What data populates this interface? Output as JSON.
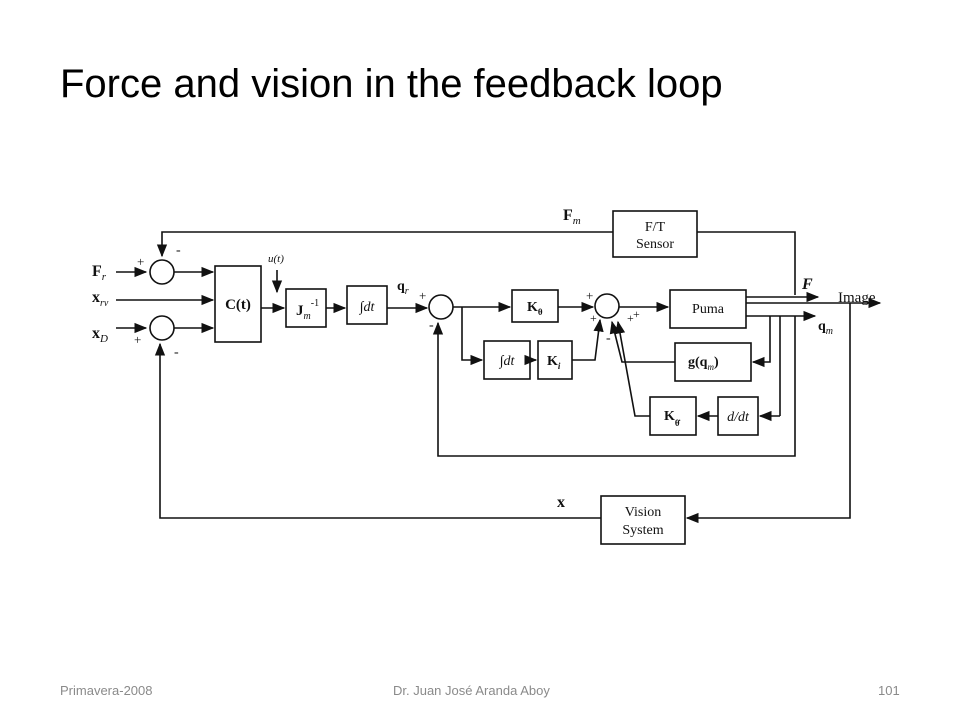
{
  "slide": {
    "title": "Force and vision in the feedback loop"
  },
  "diagram": {
    "signals": {
      "force_measured": "F",
      "force_measured_sub": "m",
      "force_ref": "F",
      "force_ref_sub": "r",
      "x_ref": "x",
      "x_ref_sub": "rv",
      "x_desired": "x",
      "x_desired_sub": "D",
      "u_t": "u(t)",
      "q_ref": "q",
      "q_ref_sub": "r",
      "force_out": "F",
      "image_out": "Image",
      "q_measured": "q",
      "q_measured_sub": "m",
      "x_vision": "x"
    },
    "blocks": {
      "ft_sensor_line1": "F/T",
      "ft_sensor_line2": "Sensor",
      "controller": "C(t)",
      "jacobian": "J",
      "jacobian_sub": "m",
      "jacobian_sup": "-1",
      "integrator1": "∫dt",
      "k_theta": "K",
      "k_theta_sub": "θ",
      "integrator2": "∫dt",
      "k_i": "K",
      "k_i_sub": "i",
      "puma": "Puma",
      "gravity": "g(q",
      "gravity_sub": "m",
      "gravity_close": ")",
      "k_theta_dot": "K",
      "k_theta_dot_sub": "θ̇",
      "derivative": "d/dt",
      "vision_line1": "Vision",
      "vision_line2": "System"
    },
    "signs": {
      "plus": "+",
      "minus": "-"
    }
  },
  "footer": {
    "left": "Primavera-2008",
    "center": "Dr. Juan José Aranda Aboy",
    "right": "101"
  }
}
